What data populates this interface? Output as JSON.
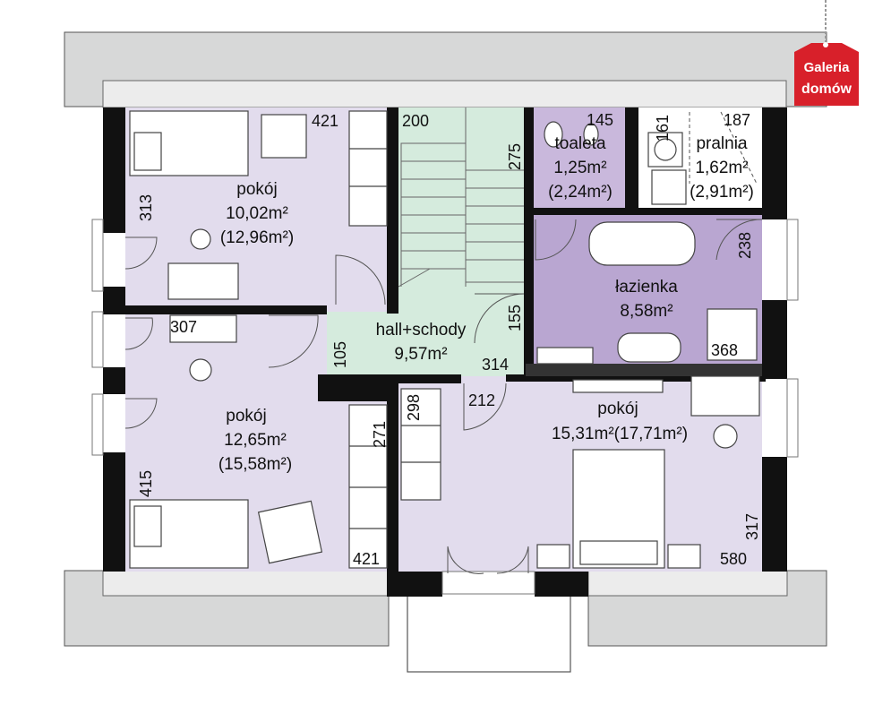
{
  "badge": {
    "line1": "Galeria",
    "line2": "domów"
  },
  "colors": {
    "roof": "#d7d8d8",
    "wall": "#111111",
    "room": "#e2dced",
    "hall": "#d5ebdd",
    "bath": "#b9a6d1",
    "toilet": "#c9b8dc",
    "badge": "#d8202a"
  },
  "rooms": {
    "pokoj_nw": {
      "name": "pokój",
      "area": "10,02m²",
      "area_total": "(12,96m²)"
    },
    "pokoj_sw": {
      "name": "pokój",
      "area": "12,65m²",
      "area_total": "(15,58m²)"
    },
    "hall": {
      "name": "hall+schody",
      "area": "9,57m²"
    },
    "toaleta": {
      "name": "toaleta",
      "area": "1,25m²",
      "area_total": "(2,24m²)"
    },
    "pralnia": {
      "name": "pralnia",
      "area": "1,62m²",
      "area_total": "(2,91m²)"
    },
    "lazienka": {
      "name": "łazienka",
      "area": "8,58m²"
    },
    "pokoj_se": {
      "name": "pokój",
      "area": "15,31m²(17,71m²)"
    }
  },
  "dimensions": {
    "d421a": "421",
    "d313": "313",
    "d200": "200",
    "d275": "275",
    "d145": "145",
    "d161": "161",
    "d187": "187",
    "d238": "238",
    "d155": "155",
    "d307": "307",
    "d105": "105",
    "d314": "314",
    "d368": "368",
    "d298": "298",
    "d212": "212",
    "d271": "271",
    "d415": "415",
    "d421b": "421",
    "d317": "317",
    "d580": "580"
  }
}
